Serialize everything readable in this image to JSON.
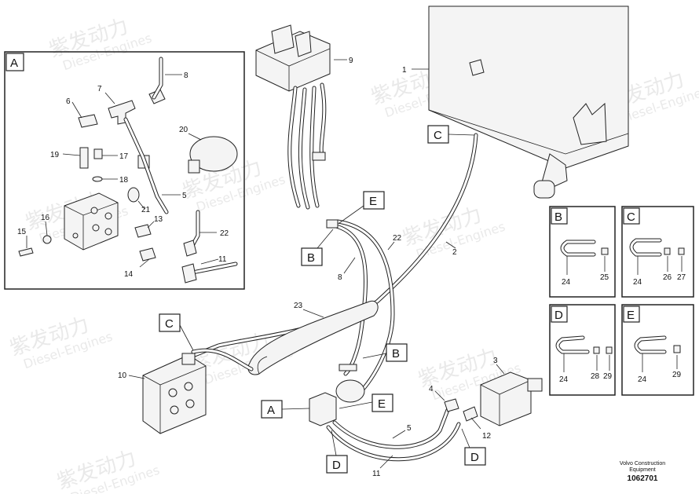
{
  "watermark": {
    "brand_cn": "紫发动力",
    "brand_en": "Diesel-Engines"
  },
  "detail_views": {
    "A": {
      "letter": "A",
      "part_numbers": [
        "8",
        "7",
        "6",
        "20",
        "19",
        "17",
        "18",
        "5",
        "21",
        "16",
        "13",
        "22",
        "15",
        "11",
        "14"
      ]
    },
    "B": {
      "letter": "B",
      "part_numbers": [
        "24",
        "25"
      ]
    },
    "C": {
      "letter": "C",
      "part_numbers": [
        "24",
        "26",
        "27"
      ]
    },
    "D": {
      "letter": "D",
      "part_numbers": [
        "24",
        "28",
        "29"
      ]
    },
    "E": {
      "letter": "E",
      "part_numbers": [
        "24",
        "29"
      ]
    }
  },
  "main_view": {
    "callout_letters": [
      "C",
      "E",
      "B",
      "C",
      "B",
      "A",
      "E",
      "D",
      "D"
    ],
    "part_numbers": [
      "9",
      "1",
      "22",
      "2",
      "8",
      "23",
      "10",
      "3",
      "4",
      "5",
      "12",
      "11"
    ]
  },
  "footer": {
    "company_line1": "Volvo Construction",
    "company_line2": "Equipment",
    "drawing_number": "1062701"
  }
}
